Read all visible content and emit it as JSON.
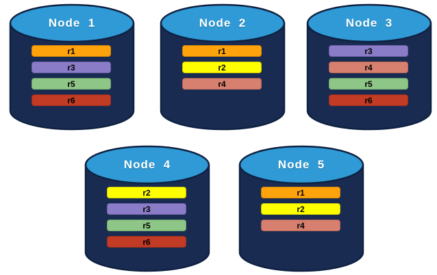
{
  "nodes": [
    {
      "label": "Node  1",
      "replicas": [
        "r1",
        "r3",
        "r5",
        "r6"
      ]
    },
    {
      "label": "Node  2",
      "replicas": [
        "r1",
        "r2",
        "r4"
      ]
    },
    {
      "label": "Node  3",
      "replicas": [
        "r3",
        "r4",
        "r5",
        "r6"
      ]
    },
    {
      "label": "Node  4",
      "replicas": [
        "r2",
        "r3",
        "r5",
        "r6"
      ]
    },
    {
      "label": "Node  5",
      "replicas": [
        "r1",
        "r2",
        "r4"
      ]
    }
  ],
  "replica_colors": {
    "r1": {
      "fill": "#FFA30C",
      "border": "#D98700"
    },
    "r2": {
      "fill": "#FEFE00",
      "border": "#C9C900"
    },
    "r3": {
      "fill": "#8A7CC6",
      "border": "#6F62A8"
    },
    "r4": {
      "fill": "#D88070",
      "border": "#B66455"
    },
    "r5": {
      "fill": "#8EC687",
      "border": "#6FA868"
    },
    "r6": {
      "fill": "#C23B24",
      "border": "#9E2E1B"
    }
  },
  "cylinder_colors": {
    "body": "#1A2B52",
    "outline": "#0F2142",
    "top": "#2F9AD5"
  }
}
